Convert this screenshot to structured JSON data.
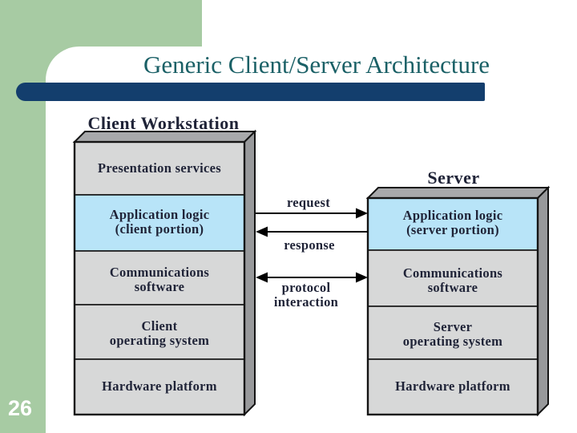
{
  "slide": {
    "title": "Generic Client/Server Architecture",
    "page_number": "26"
  },
  "diagram": {
    "client": {
      "heading": "Client Workstation",
      "sections": [
        {
          "lines": [
            "Presentation services"
          ],
          "highlight": false
        },
        {
          "lines": [
            "Application logic",
            "(client portion)"
          ],
          "highlight": true
        },
        {
          "lines": [
            "Communications",
            "software"
          ],
          "highlight": false
        },
        {
          "lines": [
            "Client",
            "operating system"
          ],
          "highlight": false
        },
        {
          "lines": [
            "Hardware platform"
          ],
          "highlight": false
        }
      ]
    },
    "server": {
      "heading": "Server",
      "sections": [
        {
          "lines": [
            "Application logic",
            "(server portion)"
          ],
          "highlight": true
        },
        {
          "lines": [
            "Communications",
            "software"
          ],
          "highlight": false
        },
        {
          "lines": [
            "Server",
            "operating system"
          ],
          "highlight": false
        },
        {
          "lines": [
            "Hardware platform"
          ],
          "highlight": false
        }
      ]
    },
    "arrows": [
      {
        "label_lines": [
          "request"
        ],
        "direction": "client-to-server"
      },
      {
        "label_lines": [
          "response"
        ],
        "direction": "server-to-client"
      },
      {
        "label_lines": [
          "protocol",
          "interaction"
        ],
        "direction": "bidirectional"
      }
    ]
  },
  "colors": {
    "green": "#a7cba3",
    "navy_bar": "#133e6d",
    "title_teal": "#1a6066",
    "diagram_ink": "#1f2337",
    "box_gray": "#d7d8d8",
    "box_blue": "#b8e4f8",
    "box_top": "#a8a9ab",
    "box_side": "#98999b",
    "outline": "#141414",
    "page_bg": "#ffffff",
    "page_number_color": "#ffffff"
  }
}
